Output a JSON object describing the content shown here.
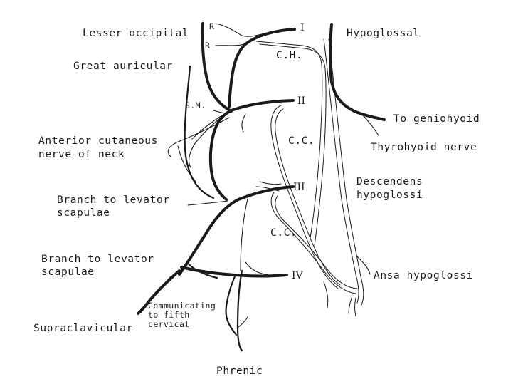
{
  "labels": {
    "lesser_occipital": "Lesser occipital",
    "great_auricular": "Great auricular",
    "anterior_cutaneous_1": "Anterior cutaneous",
    "anterior_cutaneous_2": "nerve of neck",
    "branch_levator_a_1": "Branch to levator",
    "branch_levator_a_2": "scapulae",
    "branch_levator_b_1": "Branch to levator",
    "branch_levator_b_2": "scapulae",
    "supraclavicular": "Supraclavicular",
    "communicating_1": "Communicating",
    "communicating_2": "to fifth",
    "communicating_3": "cervical",
    "phrenic": "Phrenic",
    "hypoglossal": "Hypoglossal",
    "to_geniohyoid": "To geniohyoid",
    "thyrohyoid": "Thyrohyoid nerve",
    "descendens_1": "Descendens",
    "descendens_2": "hypoglossi",
    "ansa": "Ansa hypoglossi",
    "ch": "C.H.",
    "cc_upper": "C.C.",
    "cc_lower": "C.C.",
    "sm": "S.M.",
    "r_upper": "R",
    "r_lower": "R",
    "roman_1": "I",
    "roman_2": "II",
    "roman_3": "III",
    "roman_4": "IV"
  }
}
